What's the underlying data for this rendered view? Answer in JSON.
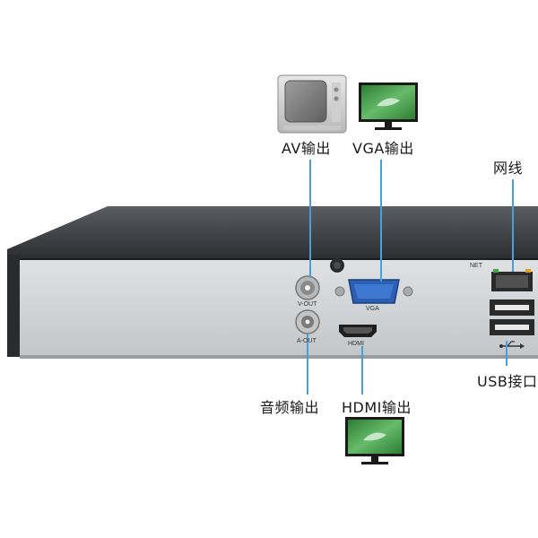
{
  "labels": {
    "av_out": "AV输出",
    "vga_out": "VGA输出",
    "network": "网线",
    "audio_out": "音频输出",
    "hdmi_out": "HDMI输出",
    "usb": "USB接口"
  },
  "panel_labels": {
    "vout": "V-OUT",
    "aout": "A-OUT",
    "vga": "VGA",
    "hdmi": "HDMI",
    "net": "NET"
  },
  "colors": {
    "line": "#4a9fd8",
    "chassis": "#3a3c40",
    "panel": "#d4d6d8",
    "monitor_screen": "#4caf50"
  }
}
